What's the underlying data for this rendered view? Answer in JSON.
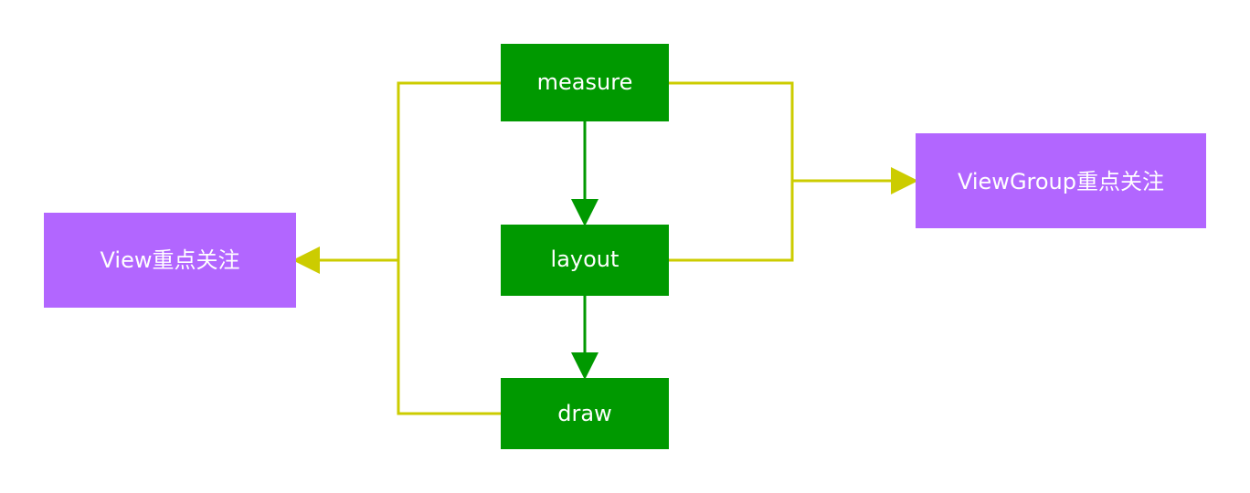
{
  "nodes": {
    "measure": {
      "label": "measure"
    },
    "layout": {
      "label": "layout"
    },
    "draw": {
      "label": "draw"
    },
    "view_focus": {
      "label": "View重点关注"
    },
    "viewgroup_focus": {
      "label": "ViewGroup重点关注"
    }
  },
  "colors": {
    "process_fill": "#009900",
    "focus_fill": "#b266ff",
    "main_arrow": "#009900",
    "connector": "#cccc00",
    "text": "#ffffff",
    "background": "#ffffff"
  }
}
